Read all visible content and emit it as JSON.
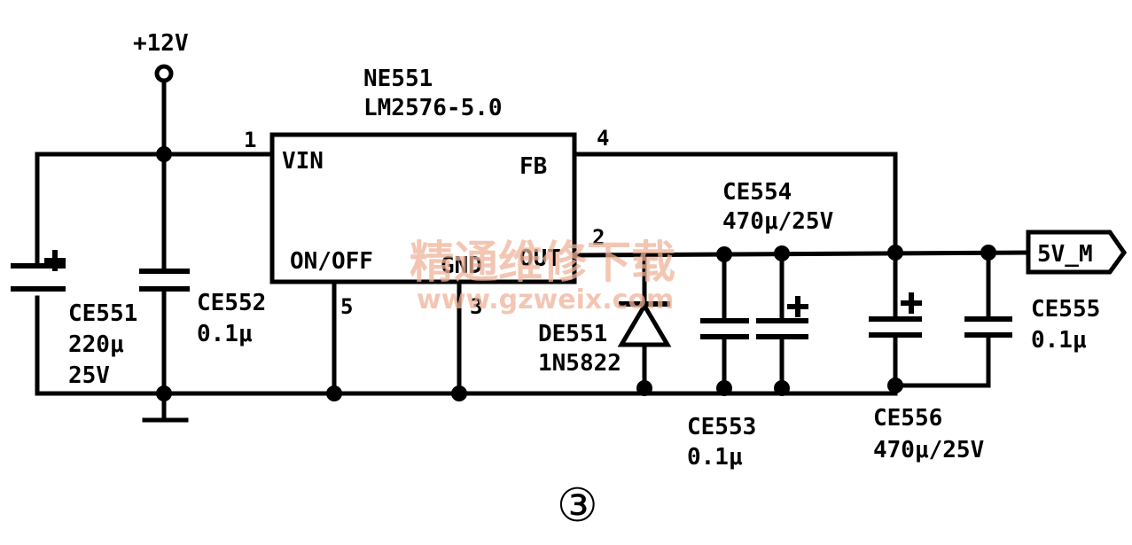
{
  "supply": {
    "label": "+12V"
  },
  "ic": {
    "ref": "NE551",
    "part": "LM2576-5.0",
    "pins": {
      "vin": {
        "num": "1",
        "name": "VIN"
      },
      "fb": {
        "num": "4",
        "name": "FB"
      },
      "out": {
        "num": "2",
        "name": "OUT"
      },
      "onoff": {
        "num": "5",
        "name": "ON/OFF"
      },
      "gnd": {
        "num": "3",
        "name": "GND"
      }
    }
  },
  "components": {
    "ce551": {
      "ref": "CE551",
      "value": "220μ",
      "voltage": "25V"
    },
    "ce552": {
      "ref": "CE552",
      "value": "0.1μ"
    },
    "ce553": {
      "ref": "CE553",
      "value": "0.1μ"
    },
    "ce554": {
      "ref": "CE554",
      "value": "470μ/25V"
    },
    "ce555": {
      "ref": "CE555",
      "value": "0.1μ"
    },
    "ce556": {
      "ref": "CE556",
      "value": "470μ/25V"
    },
    "de551": {
      "ref": "DE551",
      "part": "1N5822"
    }
  },
  "output": {
    "label": "5V_M"
  },
  "figure": {
    "marker": "③"
  },
  "watermark": {
    "cn": "精通维修下载",
    "url": "www.gzweix.com"
  },
  "colors": {
    "ink": "#000000",
    "watermark": "#f0b49a"
  }
}
